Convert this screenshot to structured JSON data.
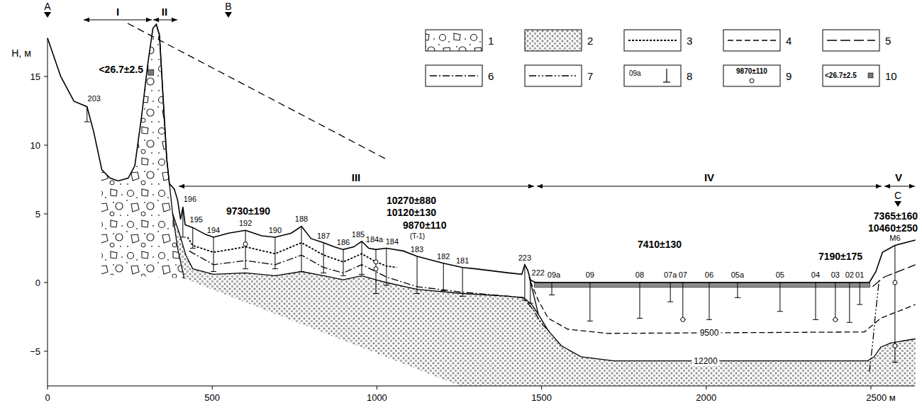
{
  "diagram": {
    "labels": [
      "A",
      "B",
      "C",
      "I",
      "II",
      "III",
      "IV",
      "V",
      "H, м",
      "15",
      "10",
      "5",
      "0",
      "−5",
      "0",
      "500",
      "1000",
      "1500",
      "2000",
      "2500 м",
      "<26.7±2.5",
      "9730±190",
      "10270±880",
      "10120±130",
      "9870±110",
      "(T-1)",
      "7410±130",
      "7190±175",
      "7365±160",
      "10460±250",
      "9500",
      "12200",
      "203",
      "196",
      "195",
      "194",
      "192",
      "190",
      "188",
      "187",
      "186",
      "185",
      "184a",
      "184",
      "183",
      "182",
      "181",
      "223",
      "222",
      "09a",
      "09",
      "08",
      "07a",
      "07",
      "06",
      "05a",
      "05",
      "04",
      "03",
      "02",
      "01",
      "M6",
      "09a",
      "9870±110",
      "<26.7±2.5"
    ],
    "legend": [
      {
        "text": "1"
      },
      {
        "text": "2"
      },
      {
        "text": "3"
      },
      {
        "text": "4"
      },
      {
        "text": "5"
      },
      {
        "text": "6"
      },
      {
        "text": "7"
      },
      {
        "text": "8"
      },
      {
        "text": "9"
      },
      {
        "text": "10"
      }
    ]
  }
}
